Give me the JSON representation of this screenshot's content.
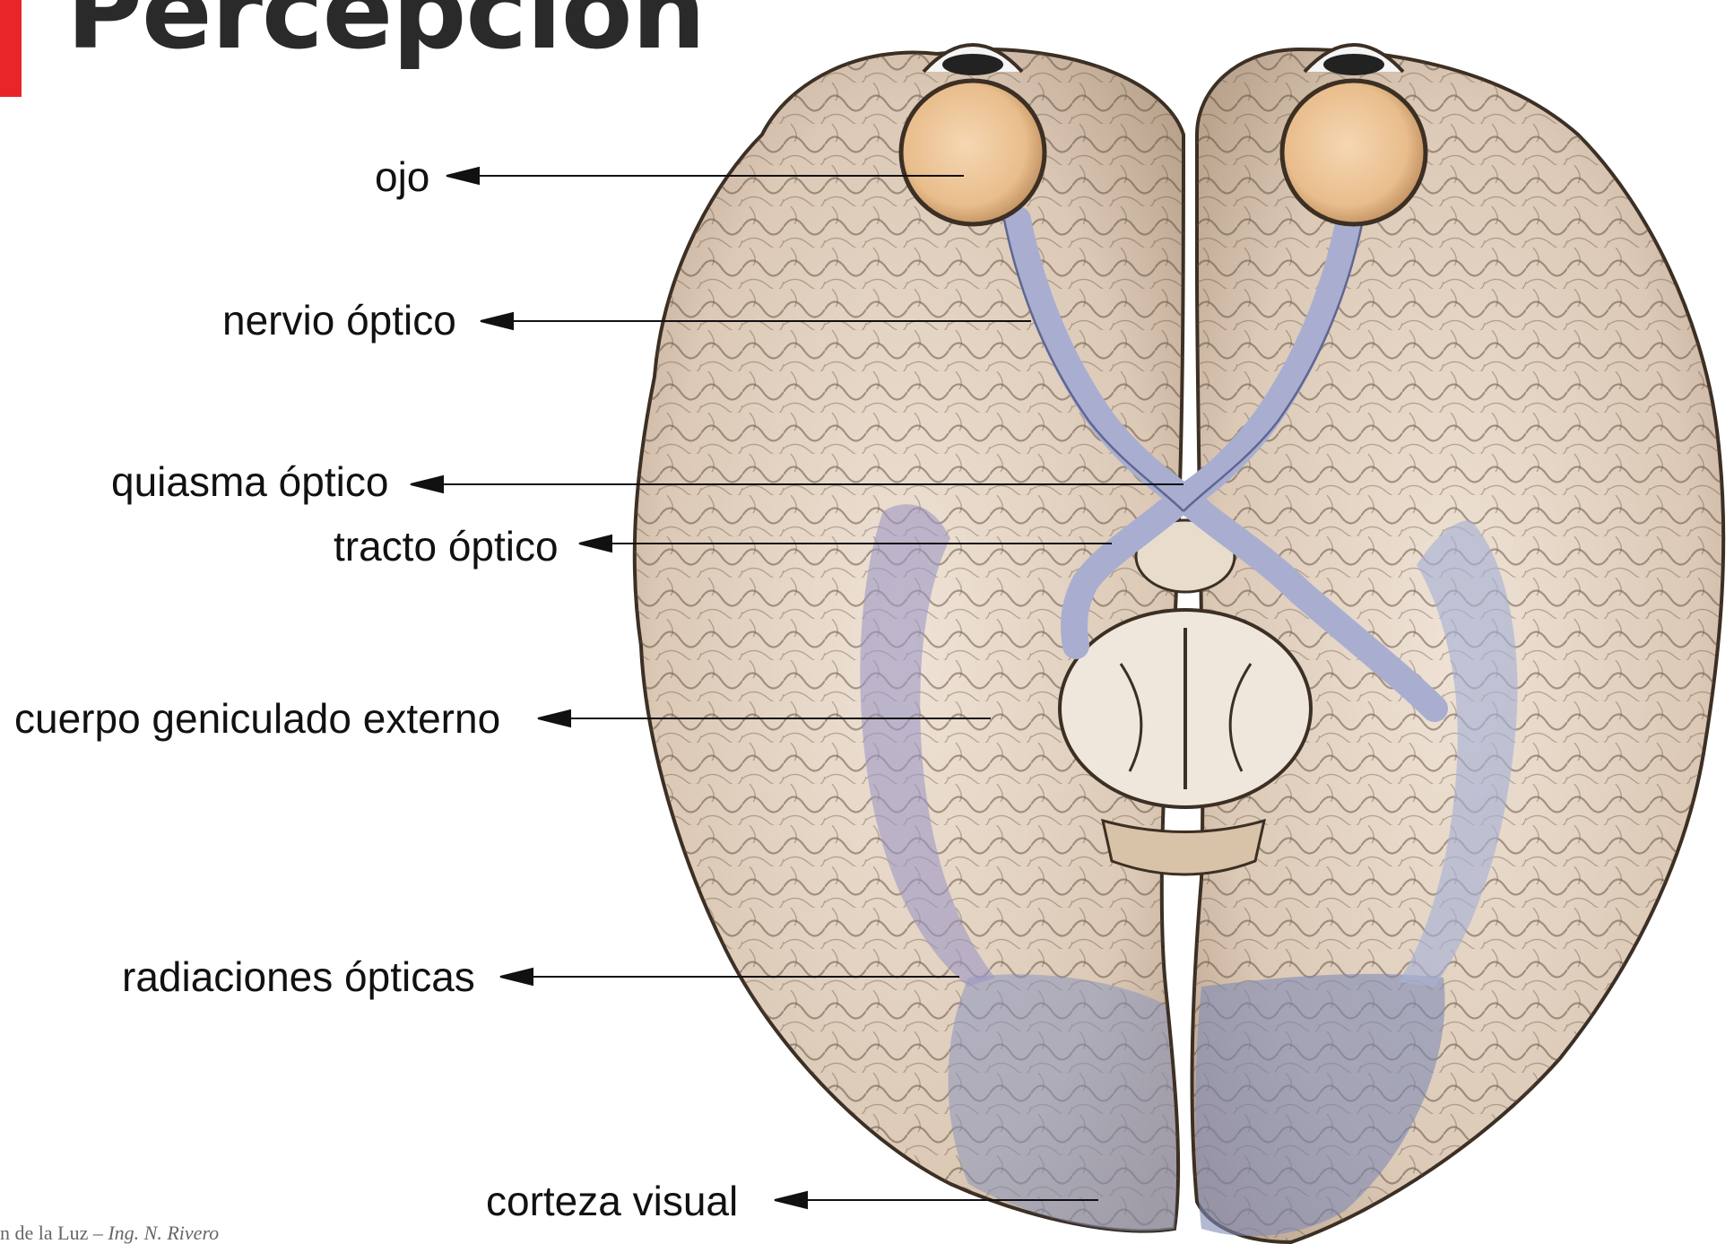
{
  "header": {
    "title": "Percepción"
  },
  "labels": {
    "eye": "ojo",
    "optic_nerve": "nervio óptico",
    "optic_chiasm": "quiasma óptico",
    "optic_tract": "tracto óptico",
    "lgn": "cuerpo geniculado externo",
    "optic_radiations": "radiaciones ópticas",
    "visual_cortex": "corteza visual"
  },
  "footer": {
    "course": "n de la Luz –",
    "author": "Ing. N. Rivero"
  },
  "colors": {
    "accent": "#e8262a",
    "brain": "#d9c7b4",
    "eyeball": "#f0c89a",
    "pathway": "#a9aed0",
    "cortex": "#8a96bd"
  }
}
